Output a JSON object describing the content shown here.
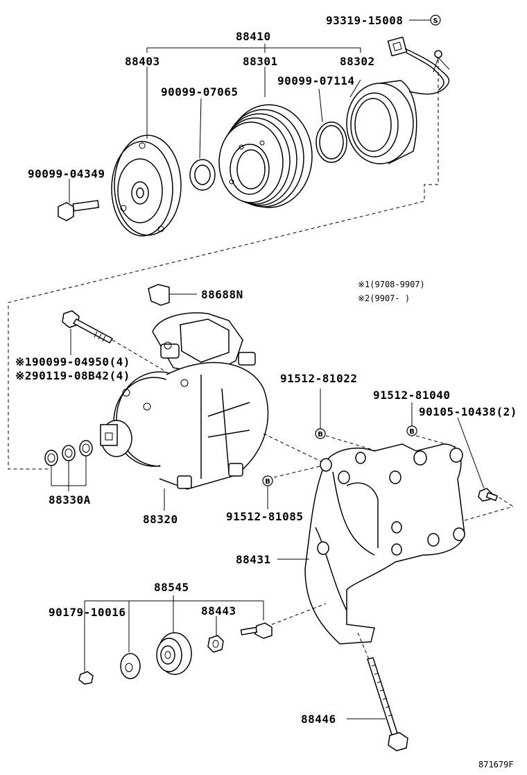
{
  "labels": {
    "p93319": "93319-15008",
    "p88410": "88410",
    "p88403": "88403",
    "p88301": "88301",
    "p88302": "88302",
    "p90099_07065": "90099-07065",
    "p90099_07114": "90099-07114",
    "p90099_04349": "90099-04349",
    "p88688N": "88688N",
    "note1": "※1(9708-9907)",
    "note2": "※2(9907-     )",
    "p_bolt1": "※190099-04950(4)",
    "p_bolt2": "※290119-08B42(4)",
    "p91512_81022": "91512-81022",
    "p91512_81040": "91512-81040",
    "p90105": "90105-10438(2)",
    "p88330A": "88330A",
    "p88320": "88320",
    "p91512_81085": "91512-81085",
    "p88431": "88431",
    "p88545": "88545",
    "p90179": "90179-10016",
    "p88443": "88443",
    "p88446": "88446",
    "diagram_id": "871679F"
  },
  "marks": {
    "s": "S",
    "b": "B"
  }
}
